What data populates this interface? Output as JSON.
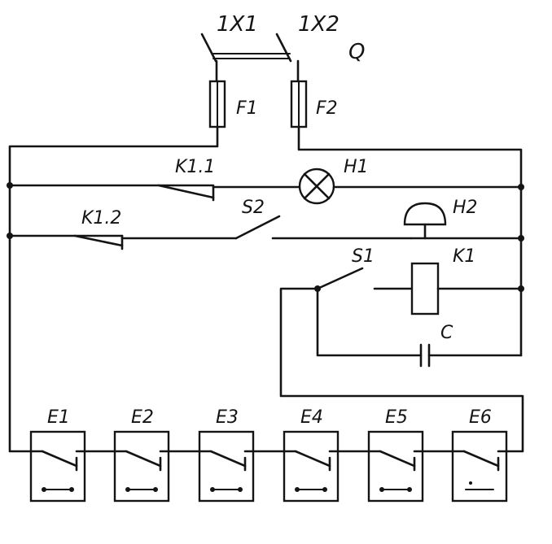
{
  "labels": {
    "x1": "1X1",
    "x2": "1X2",
    "q": "Q",
    "f1": "F1",
    "f2": "F2",
    "k11": "K1.1",
    "h1": "H1",
    "k12": "K1.2",
    "s2": "S2",
    "h2": "H2",
    "s1": "S1",
    "k1": "K1",
    "c": "C"
  },
  "sensors": [
    {
      "label": "E1"
    },
    {
      "label": "E2"
    },
    {
      "label": "E3"
    },
    {
      "label": "E4"
    },
    {
      "label": "E5"
    },
    {
      "label": "E6"
    }
  ],
  "colors": {
    "ink": "#141414",
    "paper": "#ffffff"
  }
}
